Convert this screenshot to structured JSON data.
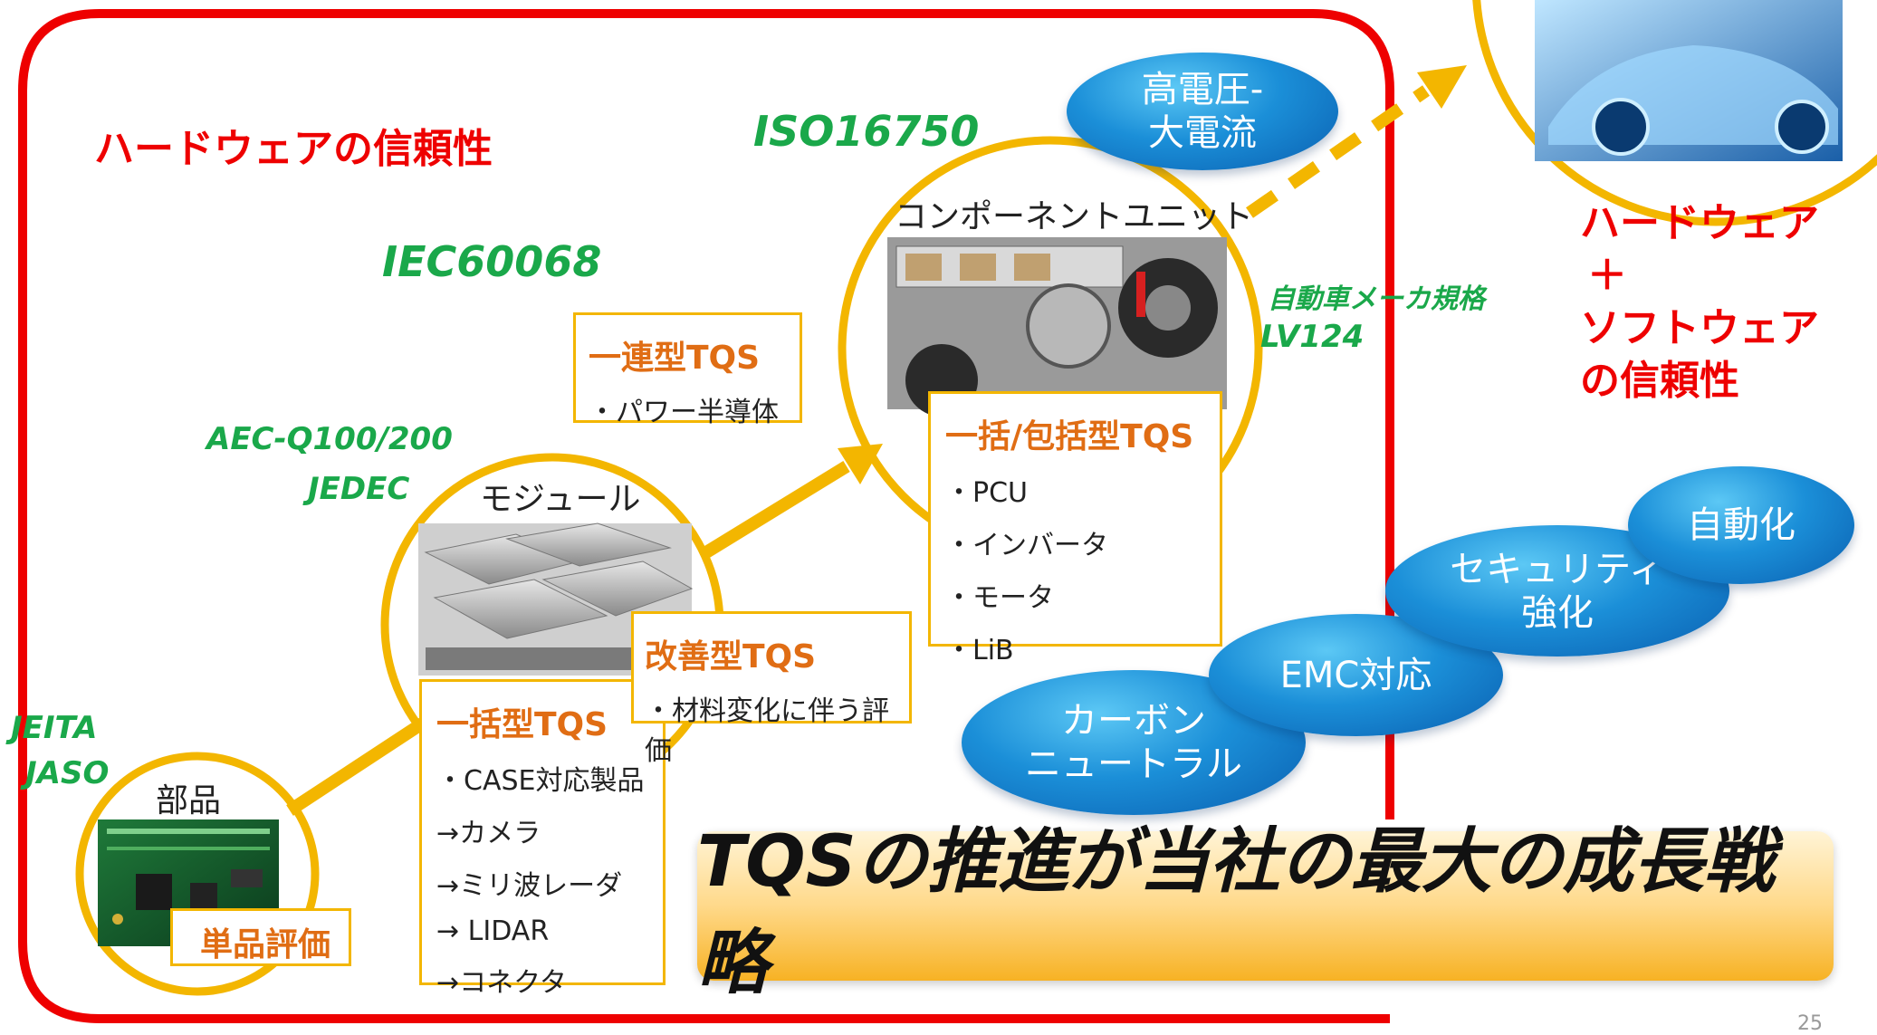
{
  "hardware_reliability_label": "ハードウェアの信頼性",
  "standards": {
    "iso": "ISO16750",
    "iec": "IEC60068",
    "aec": "AEC-Q100/200",
    "jedec": "JEDEC",
    "jeita": "JEITA",
    "jaso": "JASO",
    "oem": "自動車メーカ規格",
    "lv": "LV124"
  },
  "nodes": {
    "part": "部品",
    "module": "モジュール",
    "component": "コンポーネントユニット"
  },
  "boxes": {
    "single": {
      "title": "単品評価"
    },
    "batch": {
      "title": "一括型TQS",
      "items": [
        "・CASE対応製品",
        "→カメラ",
        "→ミリ波レーダ",
        "→ LIDAR",
        "→コネクタ"
      ]
    },
    "improve": {
      "title": "改善型TQS",
      "items": [
        "・材料変化に伴う評価"
      ]
    },
    "chain": {
      "title": "一連型TQS",
      "items": [
        "・パワー半導体"
      ]
    },
    "inclusive": {
      "title": "一括/包括型TQS",
      "items": [
        "・PCU",
        "・インバータ",
        "・モータ",
        "・LiB"
      ]
    }
  },
  "bubbles": {
    "hv": "高電圧-\n大電流",
    "carbon": "カーボン\nニュートラル",
    "emc": "EMC対応",
    "security": "セキュリティ\n強化",
    "auto": "自動化"
  },
  "hw_sw": [
    "ハードウェア",
    "＋",
    "ソフトウェア",
    "の信頼性"
  ],
  "banner": "TQSの推進が当社の最大の成長戦略",
  "page_number": "25",
  "colors": {
    "frame_red": "#ee0000",
    "ring_yellow": "#f3b600",
    "standard_green": "#1aa84a",
    "box_title_orange": "#e06d14",
    "bubble_blue": "#1b8fd8"
  }
}
